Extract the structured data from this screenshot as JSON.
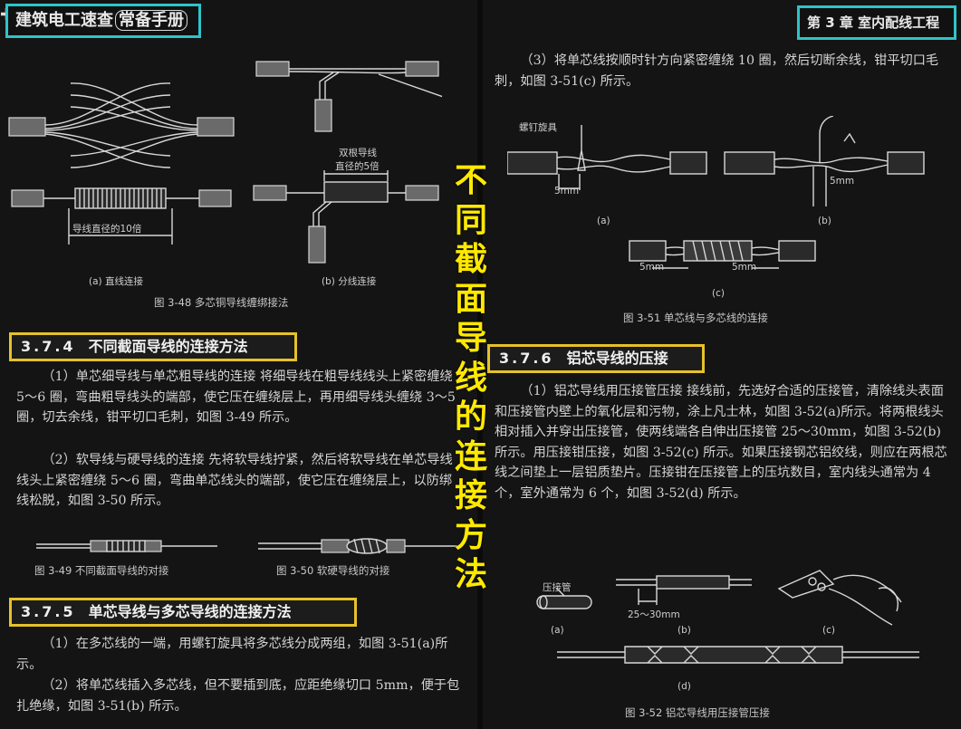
{
  "header": {
    "left_title": "建筑电工速查",
    "left_badge": "常备手册",
    "right_title": "第 3 章  室内配线工程"
  },
  "overlay_title": "不同截面导线的连接方法",
  "left": {
    "fig348": {
      "label_a_dim": "导线直径的10倍",
      "label_b_dim1": "双根导线",
      "label_b_dim2": "直径的5倍",
      "sub_a": "(a) 直线连接",
      "sub_b": "(b) 分线连接",
      "caption": "图 3-48   多芯铜导线缠绑接法"
    },
    "sec374": {
      "num": "3.7.4",
      "title": "不同截面导线的连接方法"
    },
    "p374_1": "（1）单芯细导线与单芯粗导线的连接   将细导线在粗导线线头上紧密缠绕 5～6 圈，弯曲粗导线头的端部，使它压在缠绕层上，再用细导线头缠绕 3～5 圈，切去余线，钳平切口毛刺，如图 3-49 所示。",
    "p374_2": "（2）软导线与硬导线的连接   先将软导线拧紧，然后将软导线在单芯导线线头上紧密缠绕 5～6 圈，弯曲单芯线头的端部，使它压在缠绕层上，以防绑线松脱，如图 3-50 所示。",
    "fig349_caption": "图 3-49   不同截面导线的对接",
    "fig350_caption": "图 3-50   软硬导线的对接",
    "sec375": {
      "num": "3.7.5",
      "title": "单芯导线与多芯导线的连接方法"
    },
    "p375_1": "（1）在多芯线的一端，用螺钉旋具将多芯线分成两组，如图 3-51(a)所示。",
    "p375_2": "（2）将单芯线插入多芯线，但不要插到底，应距绝缘切口 5mm，便于包扎绝缘，如图 3-51(b) 所示。"
  },
  "right": {
    "p_step3": "（3）将单芯线按顺时针方向紧密缠绕 10 圈，然后切断余线，钳平切口毛刺，如图 3-51(c) 所示。",
    "fig351": {
      "screwdriver": "螺钉旋具",
      "dim_a": "5mm",
      "dim_b": "5mm",
      "dim_c1": "5mm",
      "dim_c2": "5mm",
      "sub_a": "(a)",
      "sub_b": "(b)",
      "sub_c": "(c)",
      "caption": "图 3-51   单芯线与多芯线的连接"
    },
    "sec376": {
      "num": "3.7.6",
      "title": "铝芯导线的压接"
    },
    "p376_1": "（1）铝芯导线用压接管压接   接线前，先选好合适的压接管，清除线头表面和压接管内壁上的氧化层和污物，涂上凡士林，如图 3-52(a)所示。将两根线头相对插入并穿出压接管，使两线端各自伸出压接管 25～30mm，如图 3-52(b) 所示。用压接钳压接，如图 3-52(c) 所示。如果压接钢芯铝绞线，则应在两根芯线之间垫上一层铝质垫片。压接钳在压接管上的压坑数目，室内线头通常为 4 个，室外通常为 6 个，如图 3-52(d) 所示。",
    "fig352": {
      "tube_label": "压接管",
      "dim": "25～30mm",
      "sub_a": "(a)",
      "sub_b": "(b)",
      "sub_c": "(c)",
      "sub_d": "(d)",
      "caption": "图 3-52   铝芯导线用压接管压接"
    }
  },
  "colors": {
    "accent_cyan": "#2ec4c8",
    "accent_yellow": "#e6c229",
    "overlay_yellow": "#ffe900"
  }
}
